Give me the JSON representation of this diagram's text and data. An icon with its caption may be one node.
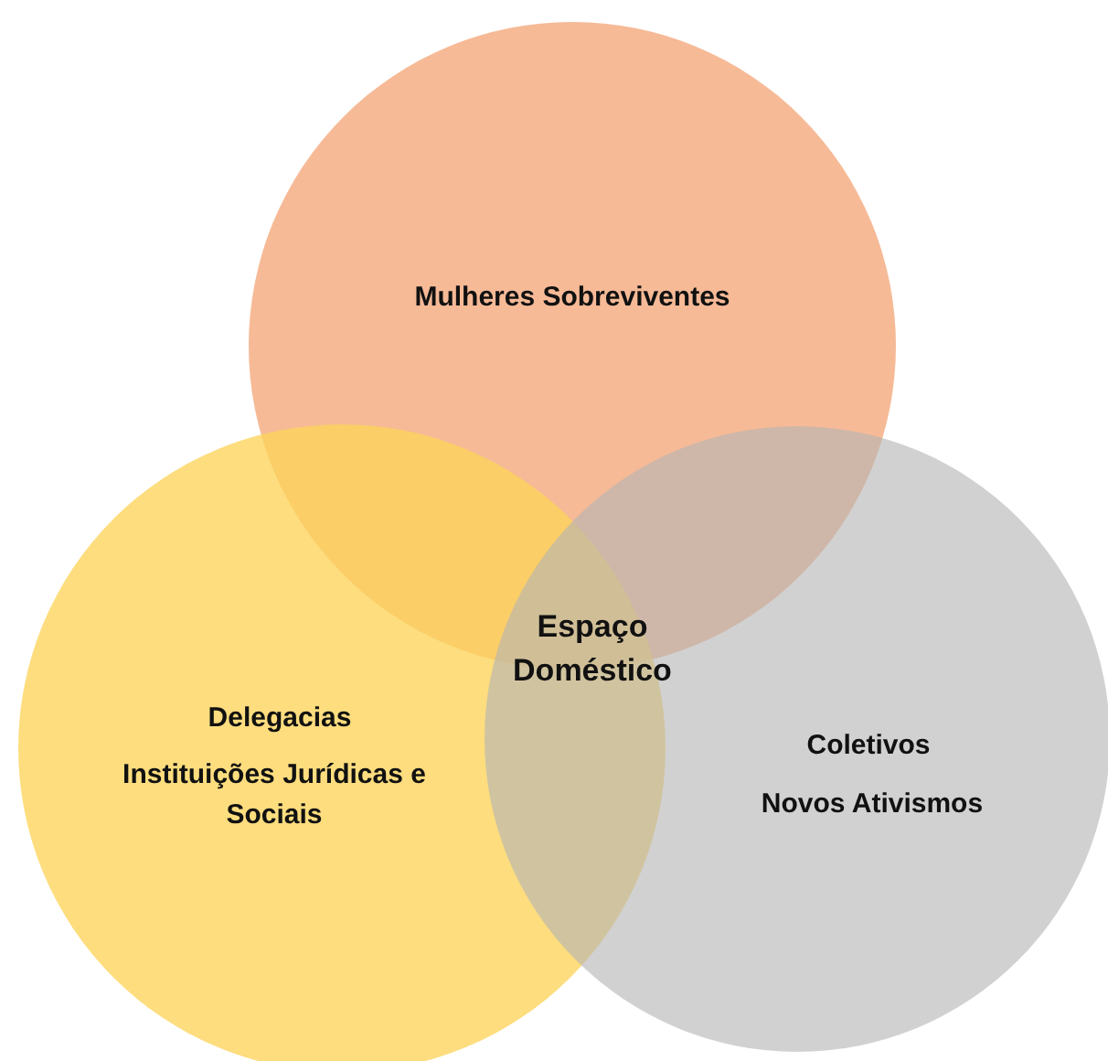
{
  "diagram": {
    "nodes": [
      {
        "text": [
          "Mulheres Sobreviventes"
        ]
      },
      {
        "text": [
          "Delegacias",
          "Instituições Jurídicas e Sociais"
        ]
      },
      {
        "text": [
          "Coletivos",
          "Novos Ativismos"
        ]
      }
    ],
    "labels": [
      "Espaço Doméstico"
    ]
  }
}
